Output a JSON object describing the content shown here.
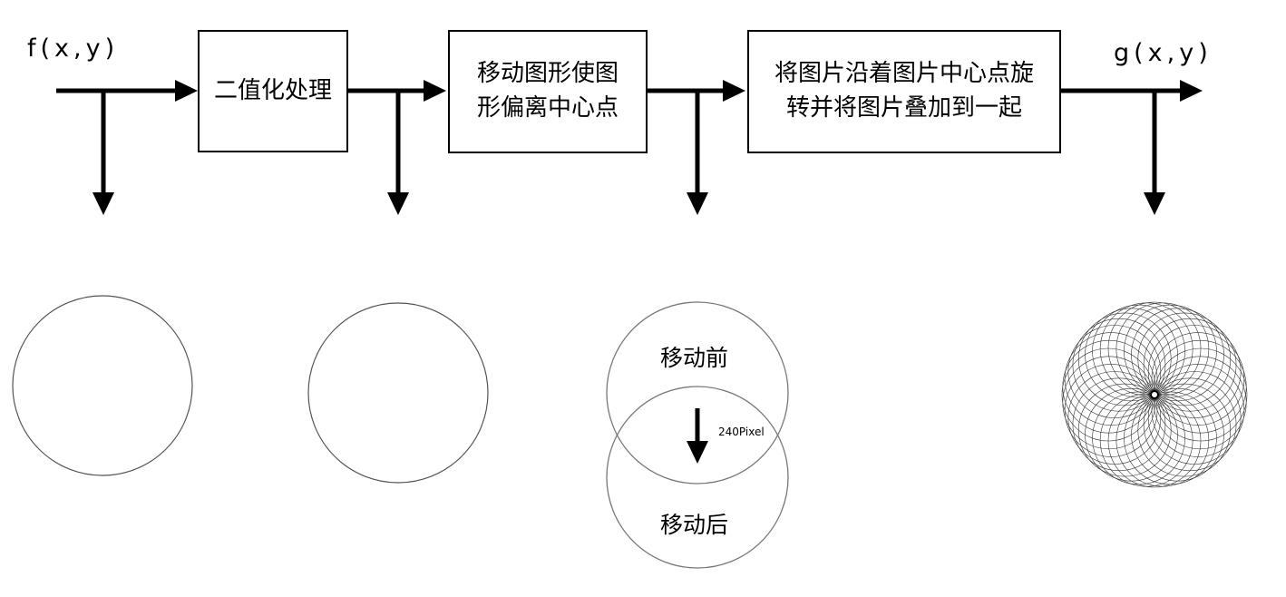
{
  "signals": {
    "input": "f(x,y)",
    "output": "g(x,y)"
  },
  "blocks": [
    {
      "lines": [
        "二值化处理"
      ]
    },
    {
      "lines": [
        "移动图形使图",
        "形偏离中心点"
      ]
    },
    {
      "lines": [
        "将图片沿着图片中心点旋",
        "转并将图片叠加到一起"
      ]
    }
  ],
  "shift": {
    "before": "移动前",
    "after": "移动后",
    "distance": "240Pixel"
  },
  "rotation": {
    "copies": 36
  }
}
